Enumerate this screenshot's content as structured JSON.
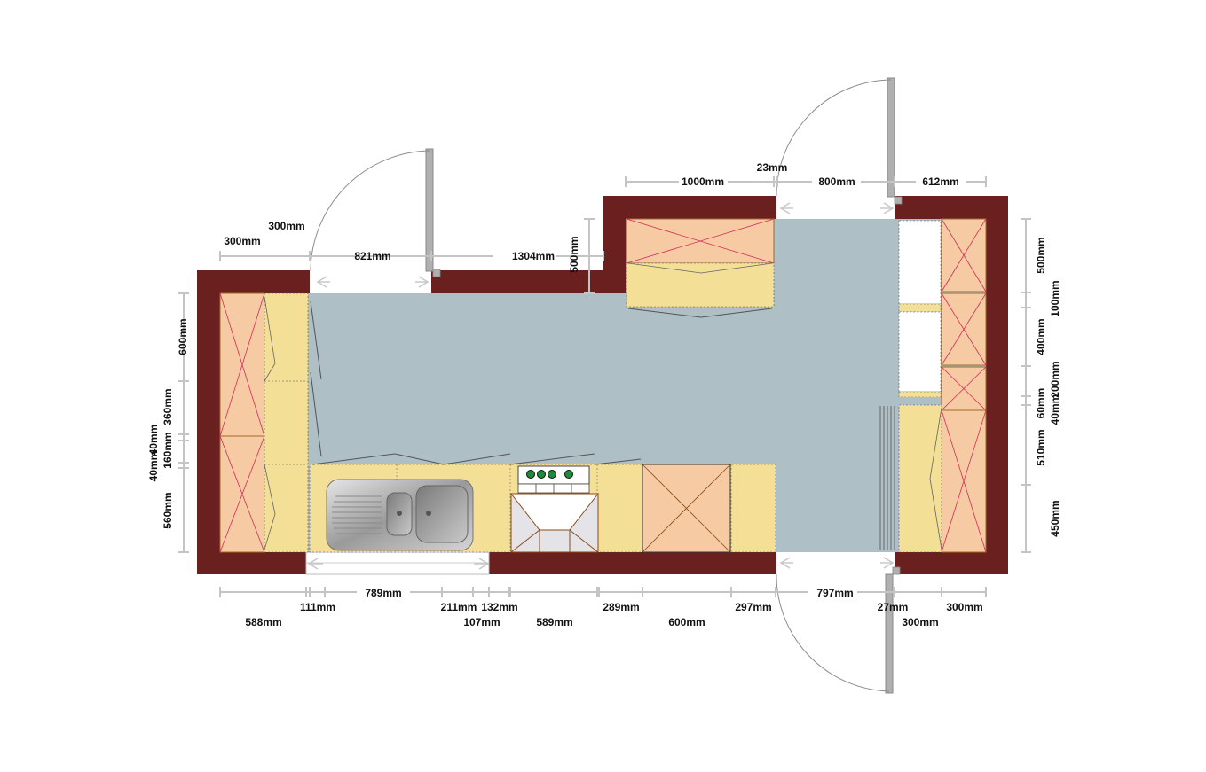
{
  "colors": {
    "wall": "#6b2020",
    "floor": "#aebfc6",
    "base_cabinet": "#f3df96",
    "tall_cabinet": "#f6cba3",
    "cross_mark": "#d8285a",
    "dimension_line": "#c4c4c4",
    "door_leaf": "#b0b0b0"
  },
  "top_dimensions": {
    "d_300_upper": "300mm",
    "d_300_lower": "300mm",
    "d_821": "821mm",
    "d_1304": "1304mm",
    "d_1000": "1000mm",
    "d_23": "23mm",
    "d_800": "800mm",
    "d_612": "612mm"
  },
  "bottom_dimensions": {
    "d_588": "588mm",
    "d_111": "111mm",
    "d_789": "789mm",
    "d_211": "211mm",
    "d_132": "132mm",
    "d_107": "107mm",
    "d_589": "589mm",
    "d_289": "289mm",
    "d_600": "600mm",
    "d_297": "297mm",
    "d_797": "797mm",
    "d_27": "27mm",
    "d_300_a": "300mm",
    "d_300_b": "300mm"
  },
  "left_dimensions": {
    "d_600": "600mm",
    "d_360": "360mm",
    "d_40_a": "40mm",
    "d_160": "160mm",
    "d_40_b": "40mm",
    "d_560": "560mm"
  },
  "inner_dimensions": {
    "d_500_alcove": "500mm"
  },
  "right_dimensions": {
    "d_500": "500mm",
    "d_100": "100mm",
    "d_400": "400mm",
    "d_200": "200mm",
    "d_60": "60mm",
    "d_40": "40mm",
    "d_510": "510mm",
    "d_450": "450mm"
  }
}
